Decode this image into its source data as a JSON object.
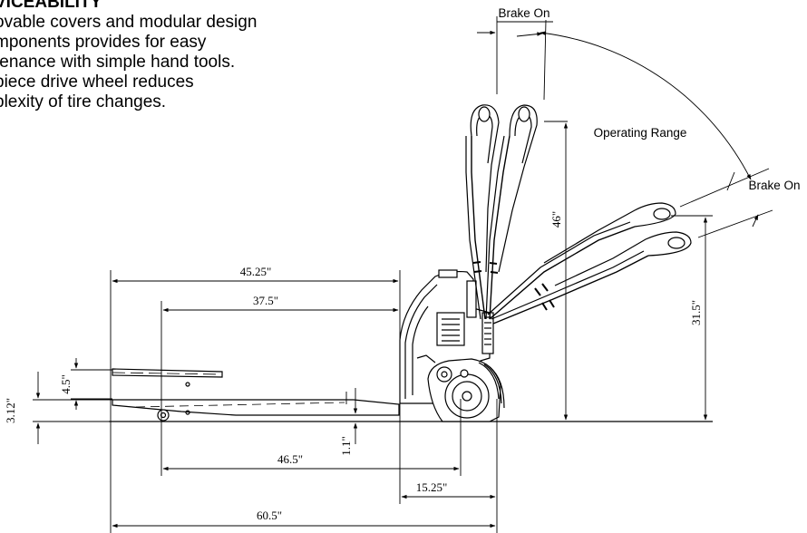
{
  "text_block": {
    "heading": "VICEABILITY",
    "lines": [
      "ovable covers and modular design",
      "mponents provides for easy",
      "tenance with simple hand tools.",
      "piece drive wheel reduces",
      "plexity of tire changes."
    ]
  },
  "diagram": {
    "labels": {
      "brake_on_top": "Brake On",
      "operating_range": "Operating Range",
      "brake_on_right": "Brake On"
    },
    "dimensions": {
      "fork_length": "45.25\"",
      "fork_inner": "37.5\"",
      "lift_height": "4.5\"",
      "lowered_height": "3.12\"",
      "ground_clearance": "1.1\"",
      "handle_height_max": "46\"",
      "handle_height_min": "31.5\"",
      "wheel_to_load": "46.5\"",
      "head_length": "15.25\"",
      "overall_length": "60.5\""
    }
  }
}
